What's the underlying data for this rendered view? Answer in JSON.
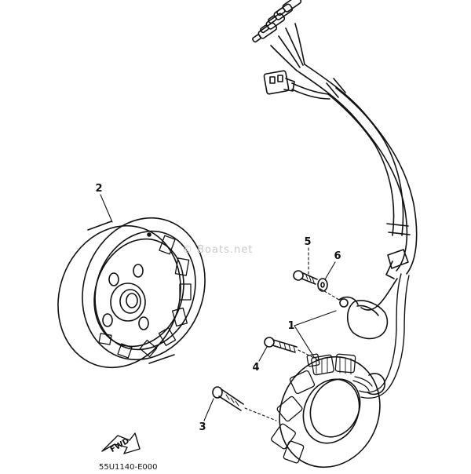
{
  "diagram": {
    "callouts": {
      "part1": "1",
      "part2": "2",
      "part3": "3",
      "part4": "4",
      "part5": "5",
      "part6": "6"
    },
    "fwd_label": "FWD",
    "figure_code": "55U1140-E000",
    "watermark": "© Boats.net"
  },
  "colors": {
    "ink": "#111111",
    "background": "#ffffff",
    "watermark": "#c9c9c9"
  }
}
